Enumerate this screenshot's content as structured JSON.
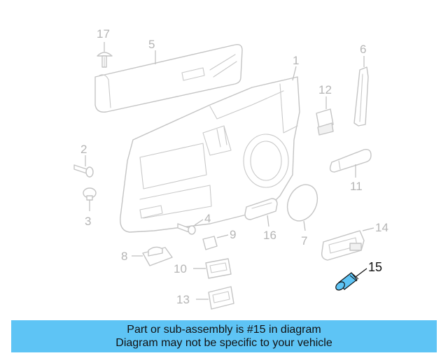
{
  "diagram": {
    "callouts": [
      "17",
      "5",
      "1",
      "6",
      "12",
      "2",
      "3",
      "11",
      "4",
      "9",
      "16",
      "7",
      "14",
      "8",
      "10",
      "13",
      "15"
    ],
    "highlighted_callout": "15",
    "colors": {
      "highlight_part": "#5ec4f5",
      "line_art": "#c4c4c4",
      "banner": "#5ec4f5"
    }
  },
  "banner": {
    "line1": "Part or sub-assembly is #15 in diagram",
    "line2": "Diagram may not be specific to your vehicle"
  }
}
